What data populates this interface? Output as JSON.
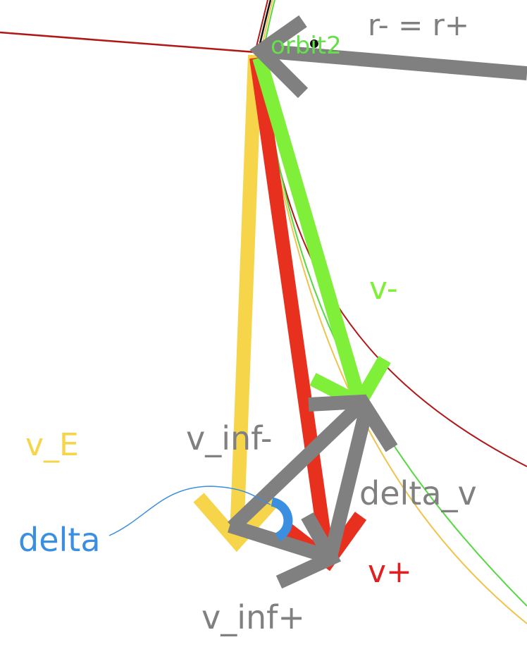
{
  "labels": {
    "radius_equality": "r- = r+",
    "orbit_name": "orbit2",
    "v_minus": "v-",
    "v_earth": "v_E",
    "v_inf_minus": "v_inf-",
    "delta_v": "delta_v",
    "delta": "delta",
    "v_plus": "v+",
    "v_inf_plus": "v_inf+"
  },
  "colors": {
    "background": "#ffffff",
    "gray_vector": "#808080",
    "yellow_vector": "#f7d54a",
    "red_vector": "#e8301f",
    "green_vector": "#7fef3a",
    "blue_angle": "#3a8fe0",
    "dark_red_orbit": "#b01818",
    "green_orbit": "#55d940",
    "yellow_orbit": "#f0c44a",
    "orbit_label": "#66e04a",
    "text_gray": "#808080",
    "text_yellow": "#f7d54a",
    "text_green": "#7fef3a",
    "text_blue": "#3a8fe0",
    "text_red": "#e02020"
  }
}
